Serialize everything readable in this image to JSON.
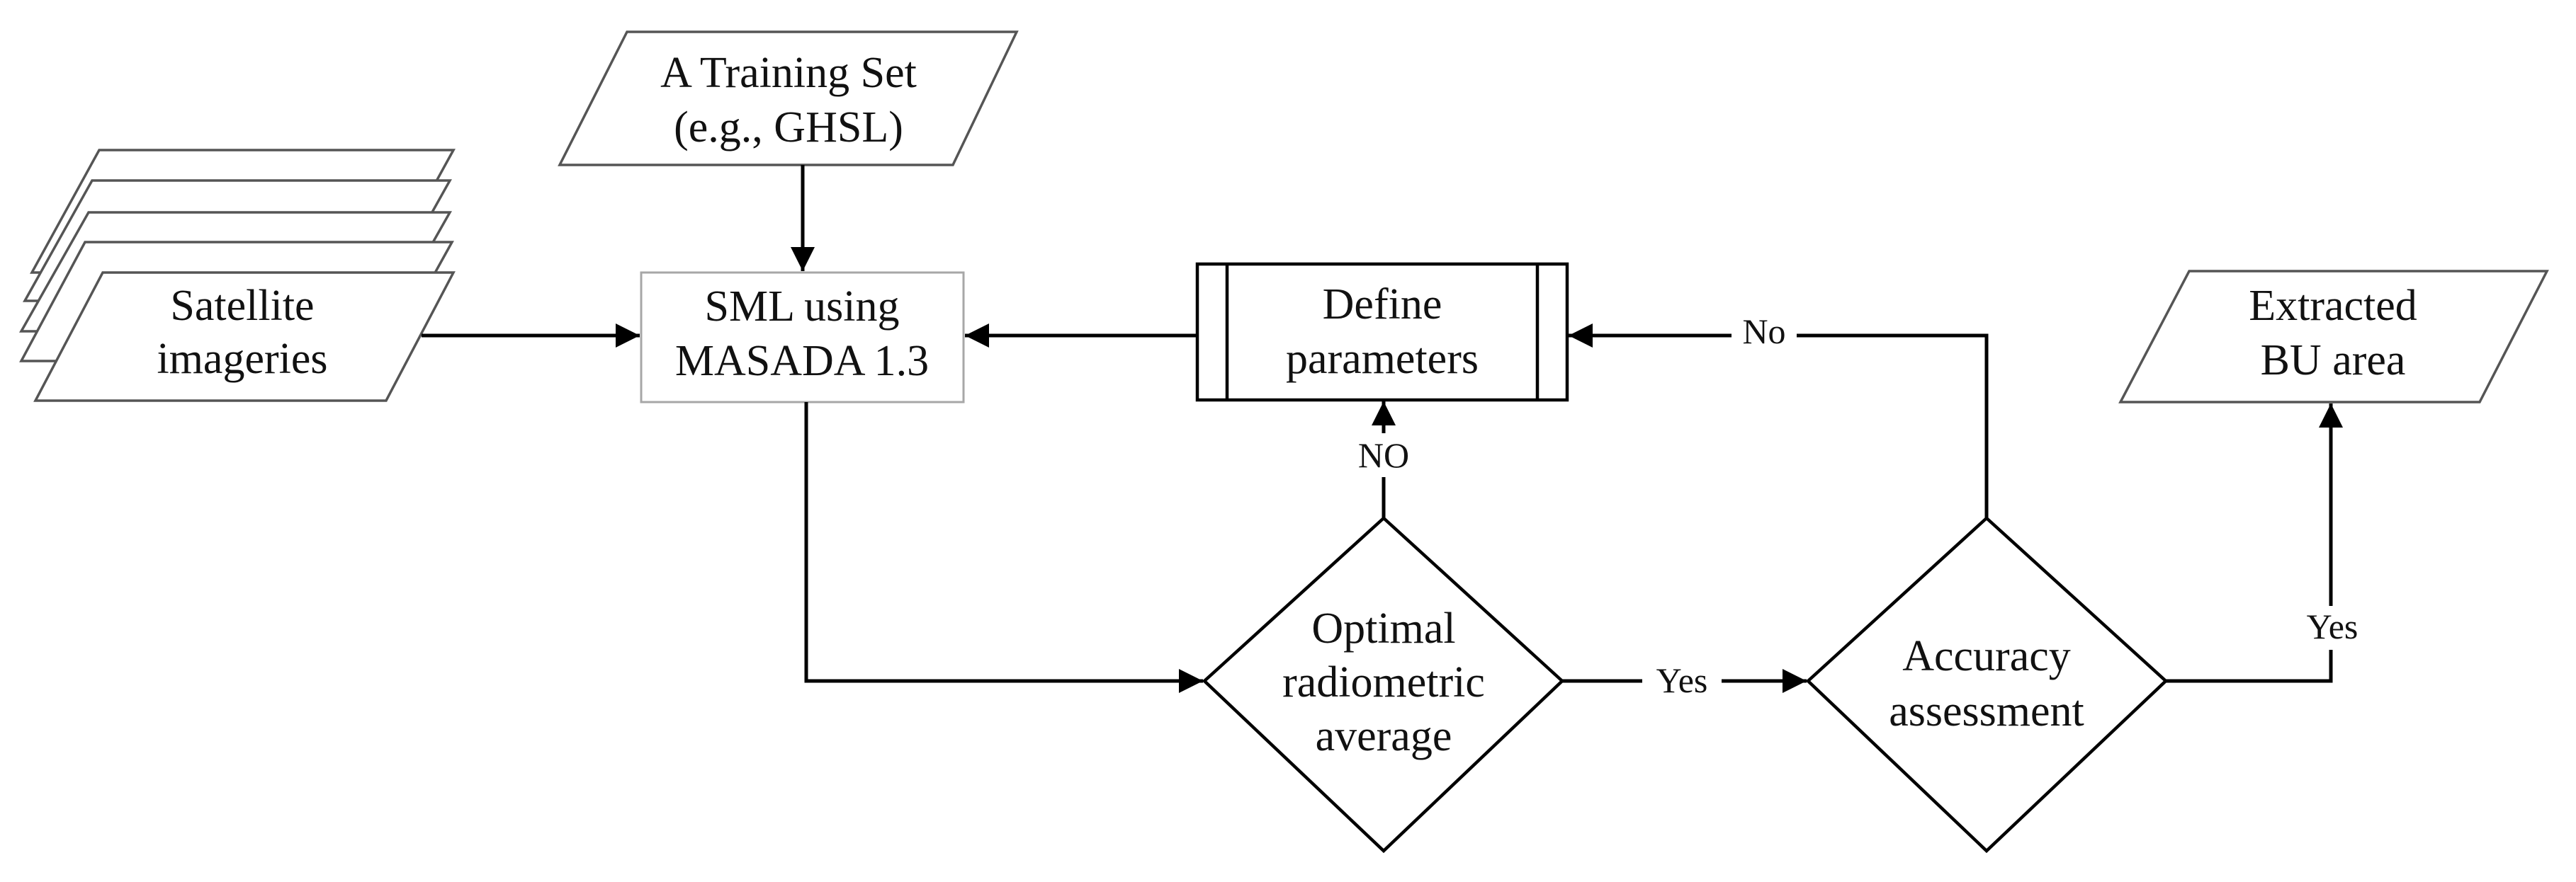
{
  "nodes": {
    "satellite": {
      "line1": "Satellite",
      "line2": "imageries"
    },
    "training": {
      "line1": "A Training Set",
      "line2": "(e.g., GHSL)"
    },
    "sml": {
      "line1": "SML using",
      "line2": "MASADA 1.3"
    },
    "define": {
      "line1": "Define",
      "line2": "parameters"
    },
    "optimal": {
      "line1": "Optimal",
      "line2": "radiometric",
      "line3": "average"
    },
    "accuracy": {
      "line1": "Accuracy",
      "line2": "assessment"
    },
    "extracted": {
      "line1": "Extracted",
      "line2": "BU area"
    }
  },
  "edges": {
    "optimal_no": "NO",
    "optimal_yes": "Yes",
    "accuracy_no": "No",
    "accuracy_yes": "Yes"
  }
}
